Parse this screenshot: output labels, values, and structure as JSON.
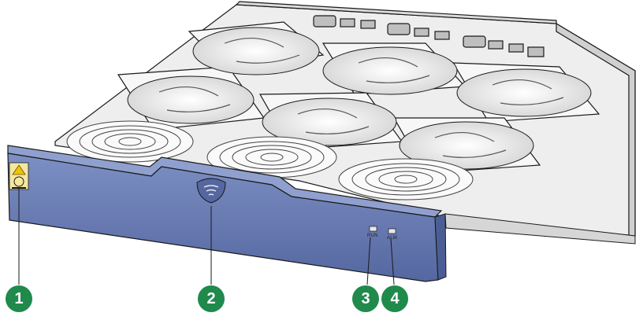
{
  "callouts": [
    {
      "number": "1"
    },
    {
      "number": "2"
    },
    {
      "number": "3"
    },
    {
      "number": "4"
    }
  ],
  "panel": {
    "led_labels": [
      "RUN",
      "ALM"
    ]
  },
  "colors": {
    "panel_blue": "#6479b0",
    "panel_blue_dark": "#4a5e95",
    "callout_green": "#1f8a4c",
    "chassis_gray": "#e6e6e6",
    "outline": "#1a1a1a"
  },
  "icons": [
    "fan-icon",
    "warning-label-icon",
    "handle-logo-icon",
    "led-icon"
  ]
}
